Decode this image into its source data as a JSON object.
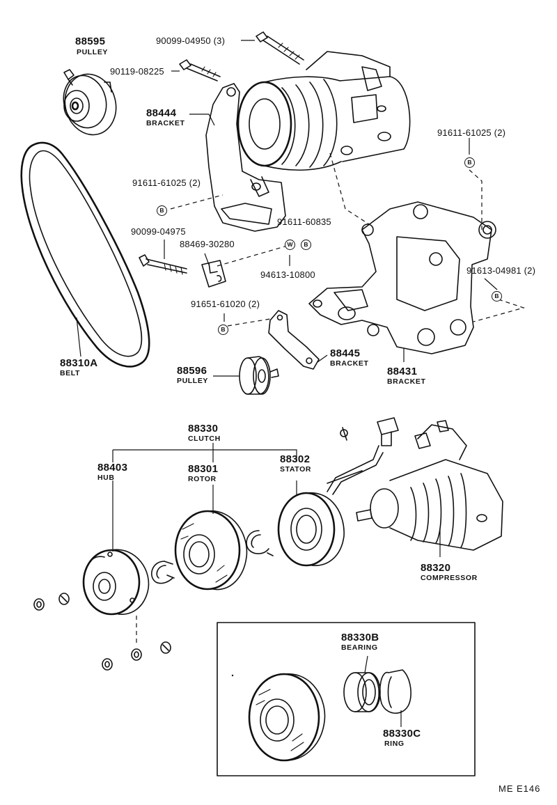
{
  "diagram": {
    "code_left": "ME",
    "code_right": "E146",
    "callouts": [
      {
        "id": "p88595",
        "number": "88595",
        "name": "PULLEY"
      },
      {
        "id": "p90099_04950",
        "number": "90099-04950 (3)",
        "name": ""
      },
      {
        "id": "p90119_08225",
        "number": "90119-08225",
        "name": ""
      },
      {
        "id": "p88444",
        "number": "88444",
        "name": "BRACKET"
      },
      {
        "id": "p91611_61025a",
        "number": "91611-61025 (2)",
        "name": ""
      },
      {
        "id": "p91611_61025b",
        "number": "91611-61025 (2)",
        "name": ""
      },
      {
        "id": "p90099_04975",
        "number": "90099-04975",
        "name": ""
      },
      {
        "id": "p88469_30280",
        "number": "88469-30280",
        "name": ""
      },
      {
        "id": "p91611_60835",
        "number": "91611-60835",
        "name": ""
      },
      {
        "id": "p94613_10800",
        "number": "94613-10800",
        "name": ""
      },
      {
        "id": "p91613_04981",
        "number": "91613-04981 (2)",
        "name": ""
      },
      {
        "id": "p91651_61020",
        "number": "91651-61020 (2)",
        "name": ""
      },
      {
        "id": "p88445",
        "number": "88445",
        "name": "BRACKET"
      },
      {
        "id": "p88431",
        "number": "88431",
        "name": "BRACKET"
      },
      {
        "id": "p88310A",
        "number": "88310A",
        "name": "BELT"
      },
      {
        "id": "p88596",
        "number": "88596",
        "name": "PULLEY"
      },
      {
        "id": "p88330",
        "number": "88330",
        "name": "CLUTCH"
      },
      {
        "id": "p88403",
        "number": "88403",
        "name": "HUB"
      },
      {
        "id": "p88301",
        "number": "88301",
        "name": "ROTOR"
      },
      {
        "id": "p88302",
        "number": "88302",
        "name": "STATOR"
      },
      {
        "id": "p88320",
        "number": "88320",
        "name": "COMPRESSOR"
      },
      {
        "id": "p88330B",
        "number": "88330B",
        "name": "BEARING"
      },
      {
        "id": "p88330C",
        "number": "88330C",
        "name": "RING"
      }
    ],
    "markers": {
      "bolt": "B",
      "washer": "W"
    }
  }
}
